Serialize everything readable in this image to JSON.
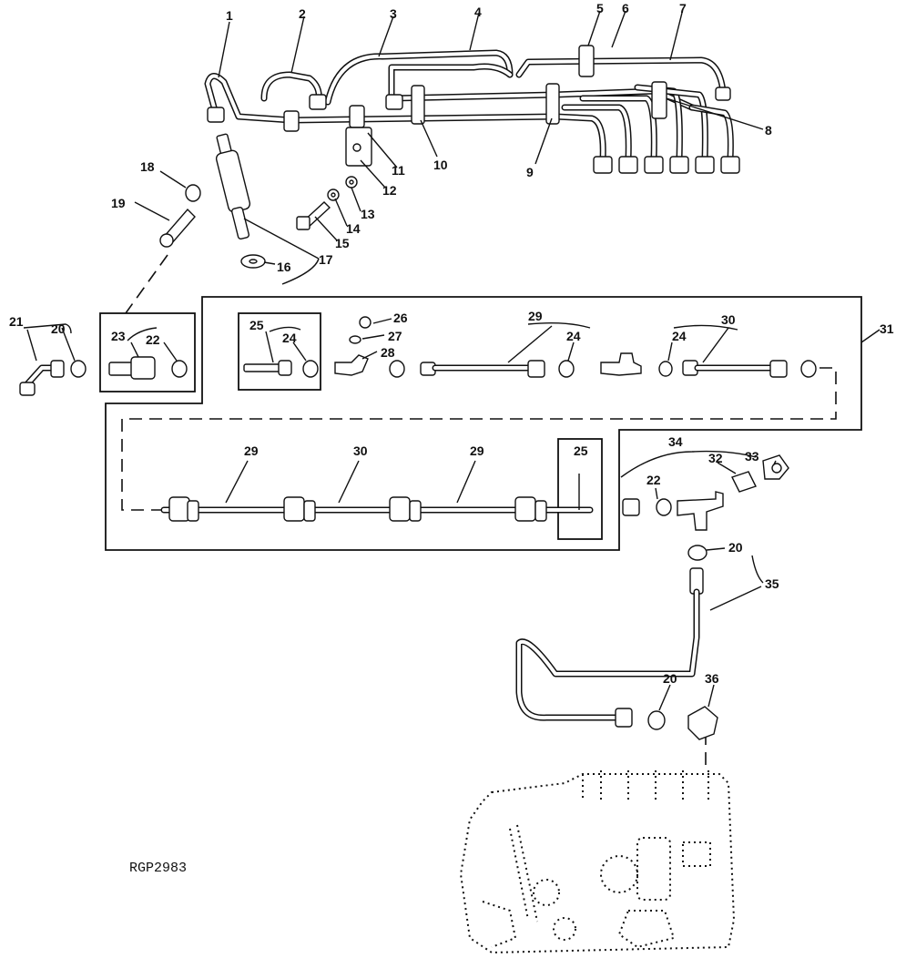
{
  "callouts": [
    {
      "id": "c1",
      "label": "1"
    },
    {
      "id": "c2",
      "label": "2"
    },
    {
      "id": "c3",
      "label": "3"
    },
    {
      "id": "c4",
      "label": "4"
    },
    {
      "id": "c5",
      "label": "5"
    },
    {
      "id": "c6",
      "label": "6"
    },
    {
      "id": "c7",
      "label": "7"
    },
    {
      "id": "c8",
      "label": "8"
    },
    {
      "id": "c9",
      "label": "9"
    },
    {
      "id": "c10",
      "label": "10"
    },
    {
      "id": "c11",
      "label": "11"
    },
    {
      "id": "c12",
      "label": "12"
    },
    {
      "id": "c13",
      "label": "13"
    },
    {
      "id": "c14",
      "label": "14"
    },
    {
      "id": "c15",
      "label": "15"
    },
    {
      "id": "c16",
      "label": "16"
    },
    {
      "id": "c17",
      "label": "17"
    },
    {
      "id": "c18",
      "label": "18"
    },
    {
      "id": "c19",
      "label": "19"
    },
    {
      "id": "c20a",
      "label": "20"
    },
    {
      "id": "c21",
      "label": "21"
    },
    {
      "id": "c23",
      "label": "23"
    },
    {
      "id": "c22a",
      "label": "22"
    },
    {
      "id": "c25a",
      "label": "25"
    },
    {
      "id": "c24a",
      "label": "24"
    },
    {
      "id": "c26",
      "label": "26"
    },
    {
      "id": "c27",
      "label": "27"
    },
    {
      "id": "c28",
      "label": "28"
    },
    {
      "id": "c29a",
      "label": "29"
    },
    {
      "id": "c24b",
      "label": "24"
    },
    {
      "id": "c24c",
      "label": "24"
    },
    {
      "id": "c30a",
      "label": "30"
    },
    {
      "id": "c31",
      "label": "31"
    },
    {
      "id": "c29b",
      "label": "29"
    },
    {
      "id": "c30b",
      "label": "30"
    },
    {
      "id": "c29c",
      "label": "29"
    },
    {
      "id": "c25b",
      "label": "25"
    },
    {
      "id": "c34",
      "label": "34"
    },
    {
      "id": "c32",
      "label": "32"
    },
    {
      "id": "c33",
      "label": "33"
    },
    {
      "id": "c22b",
      "label": "22"
    },
    {
      "id": "c20b",
      "label": "20"
    },
    {
      "id": "c35",
      "label": "35"
    },
    {
      "id": "c20c",
      "label": "20"
    },
    {
      "id": "c36",
      "label": "36"
    }
  ],
  "figure_ref": "RGP2983"
}
